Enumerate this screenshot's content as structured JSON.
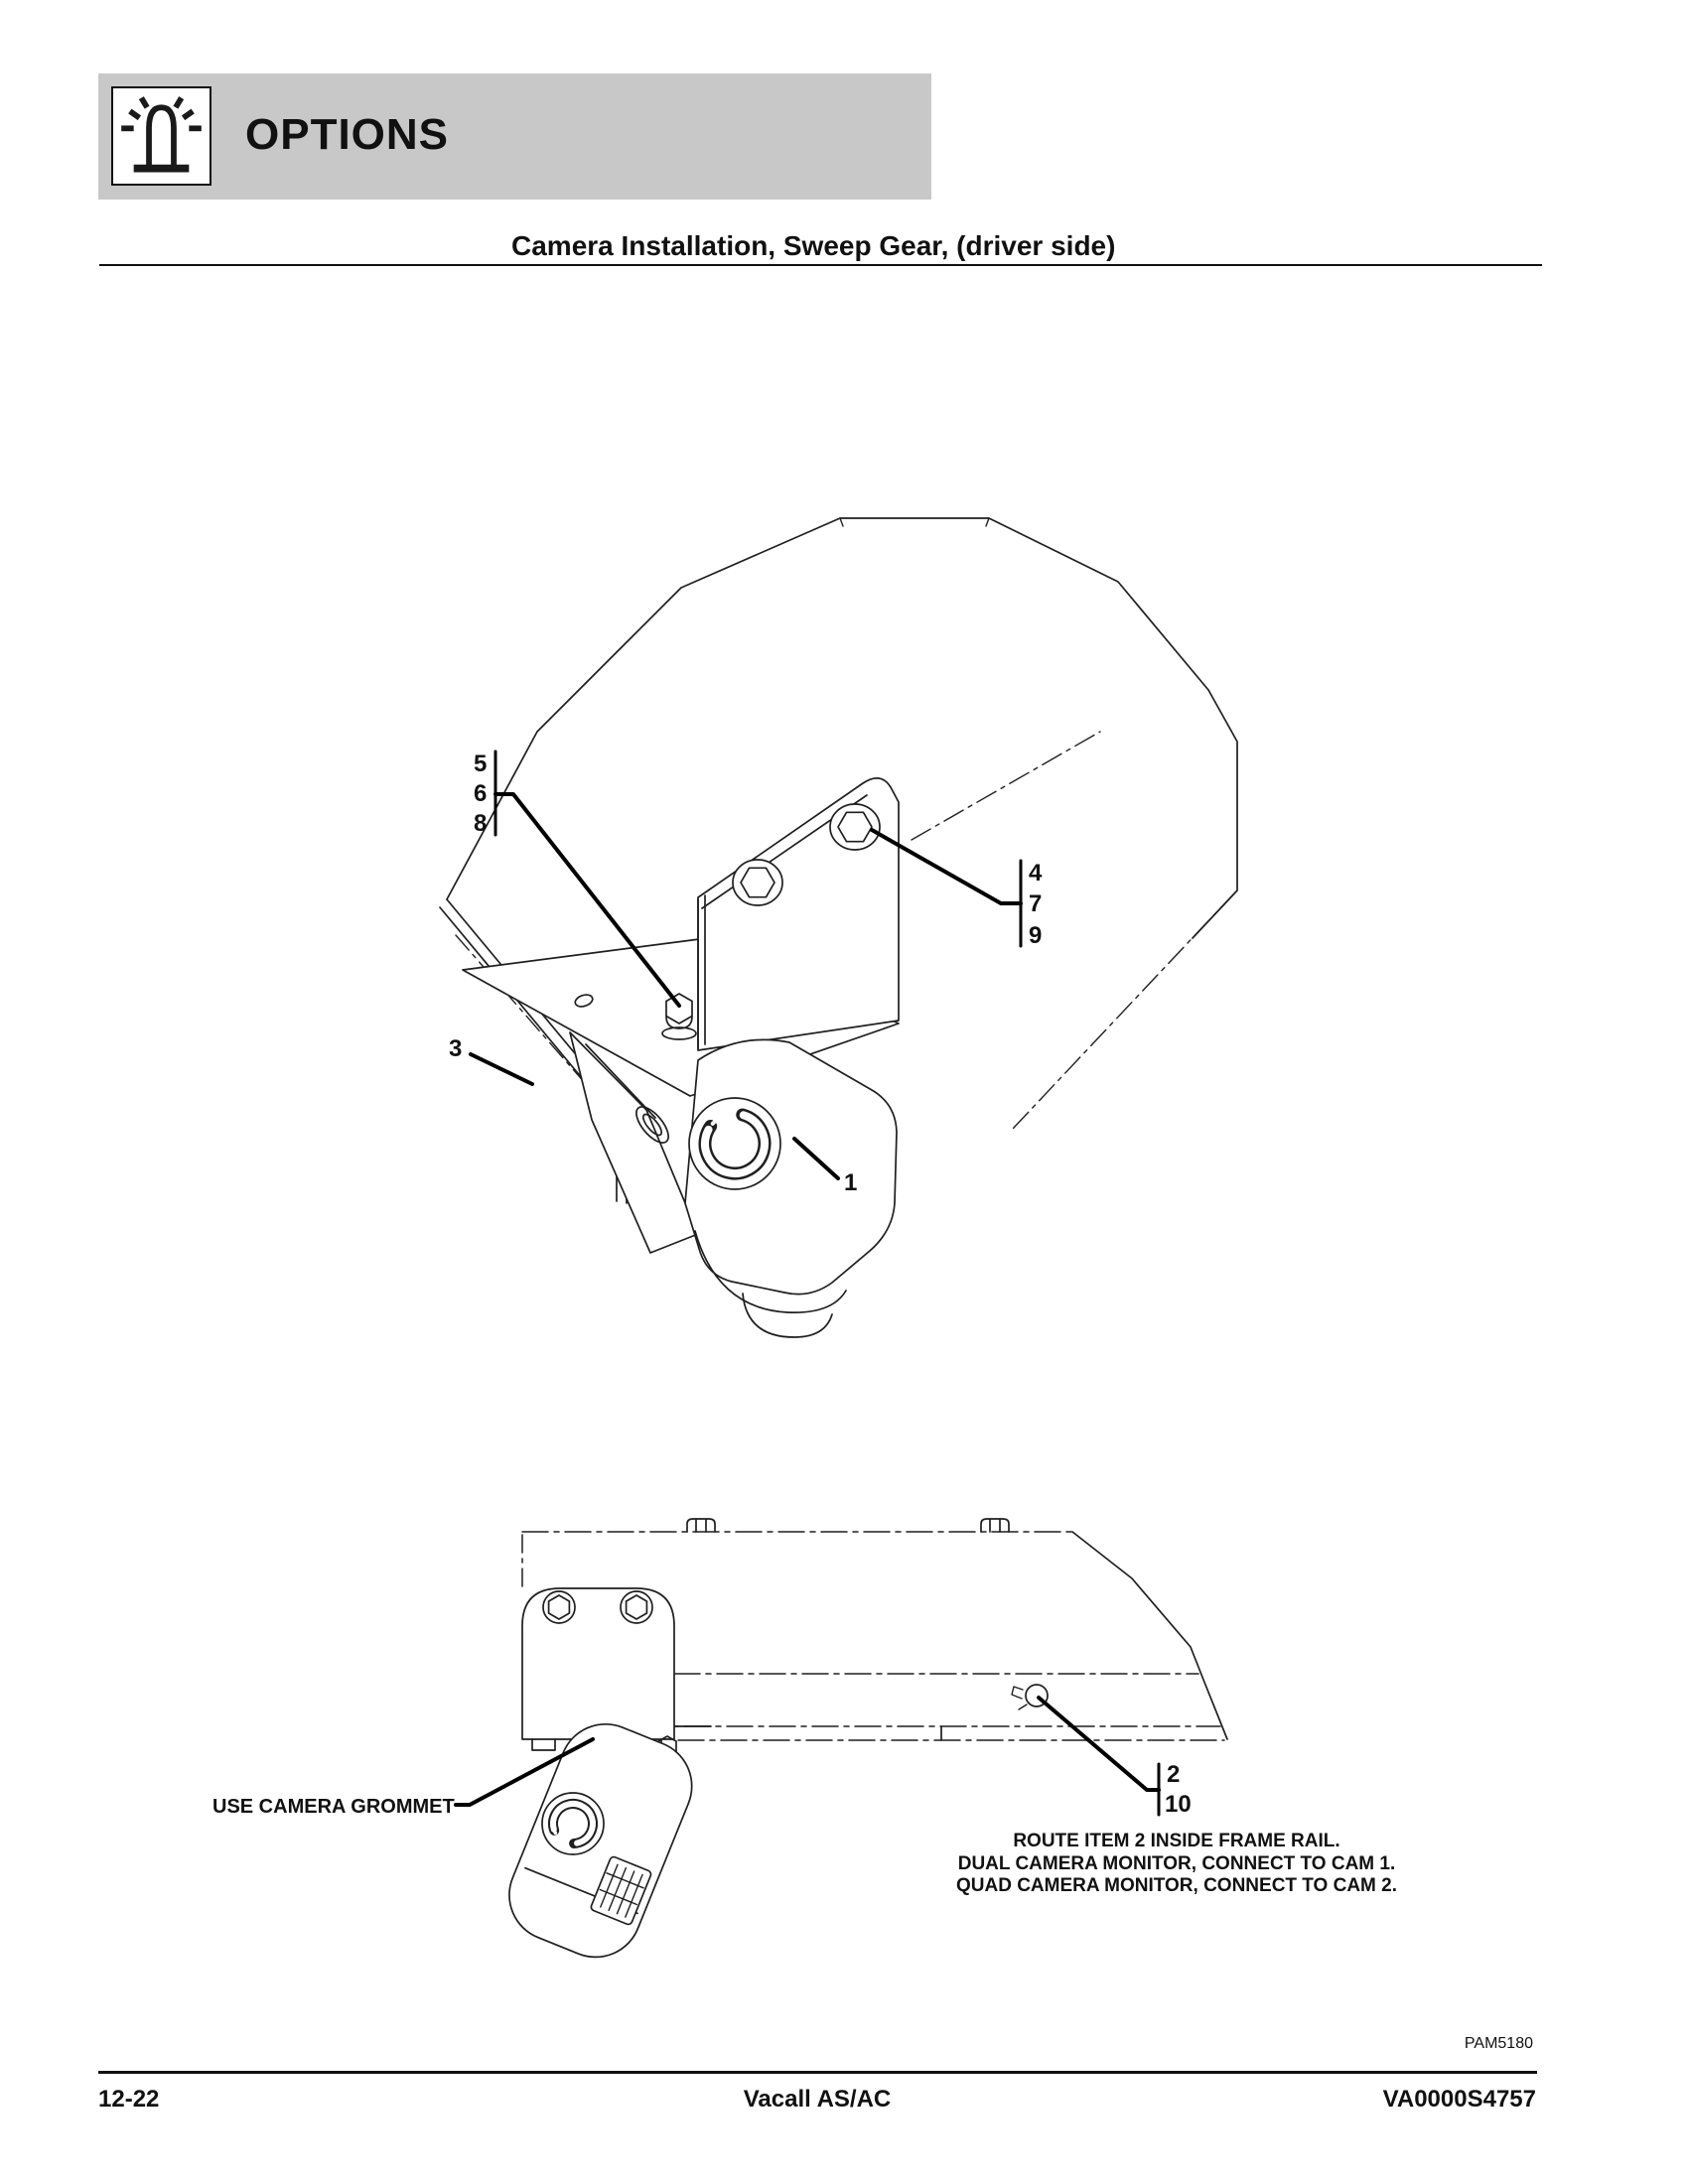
{
  "header": {
    "banner_label": "OPTIONS",
    "banner_color": "#c8c8c8",
    "icon": "beacon-light-icon"
  },
  "title": "Camera Installation, Sweep Gear, (driver side)",
  "diagram_upper": {
    "description": "Camera and mounting bracket installed under sweep gear hood",
    "callout_group_568": {
      "labels": [
        "5",
        "6",
        "8"
      ]
    },
    "callout_group_479": {
      "labels": [
        "4",
        "7",
        "9"
      ]
    },
    "callout_3": "3",
    "callout_1": "1"
  },
  "diagram_lower": {
    "description": "Camera bracket mounted to frame rail with cable grommet",
    "grommet_note": "USE CAMERA GROMMET",
    "callout_group_210": {
      "labels": [
        "2",
        "10"
      ]
    },
    "routing_note": {
      "line1": "ROUTE ITEM 2 INSIDE FRAME RAIL.",
      "line2": "DUAL CAMERA MONITOR, CONNECT TO CAM 1.",
      "line3": "QUAD CAMERA MONITOR, CONNECT TO CAM 2."
    }
  },
  "figure_code": "PAM5180",
  "footer": {
    "page_number": "12-22",
    "model": "Vacall AS/AC",
    "document_number": "VA0000S4757"
  }
}
